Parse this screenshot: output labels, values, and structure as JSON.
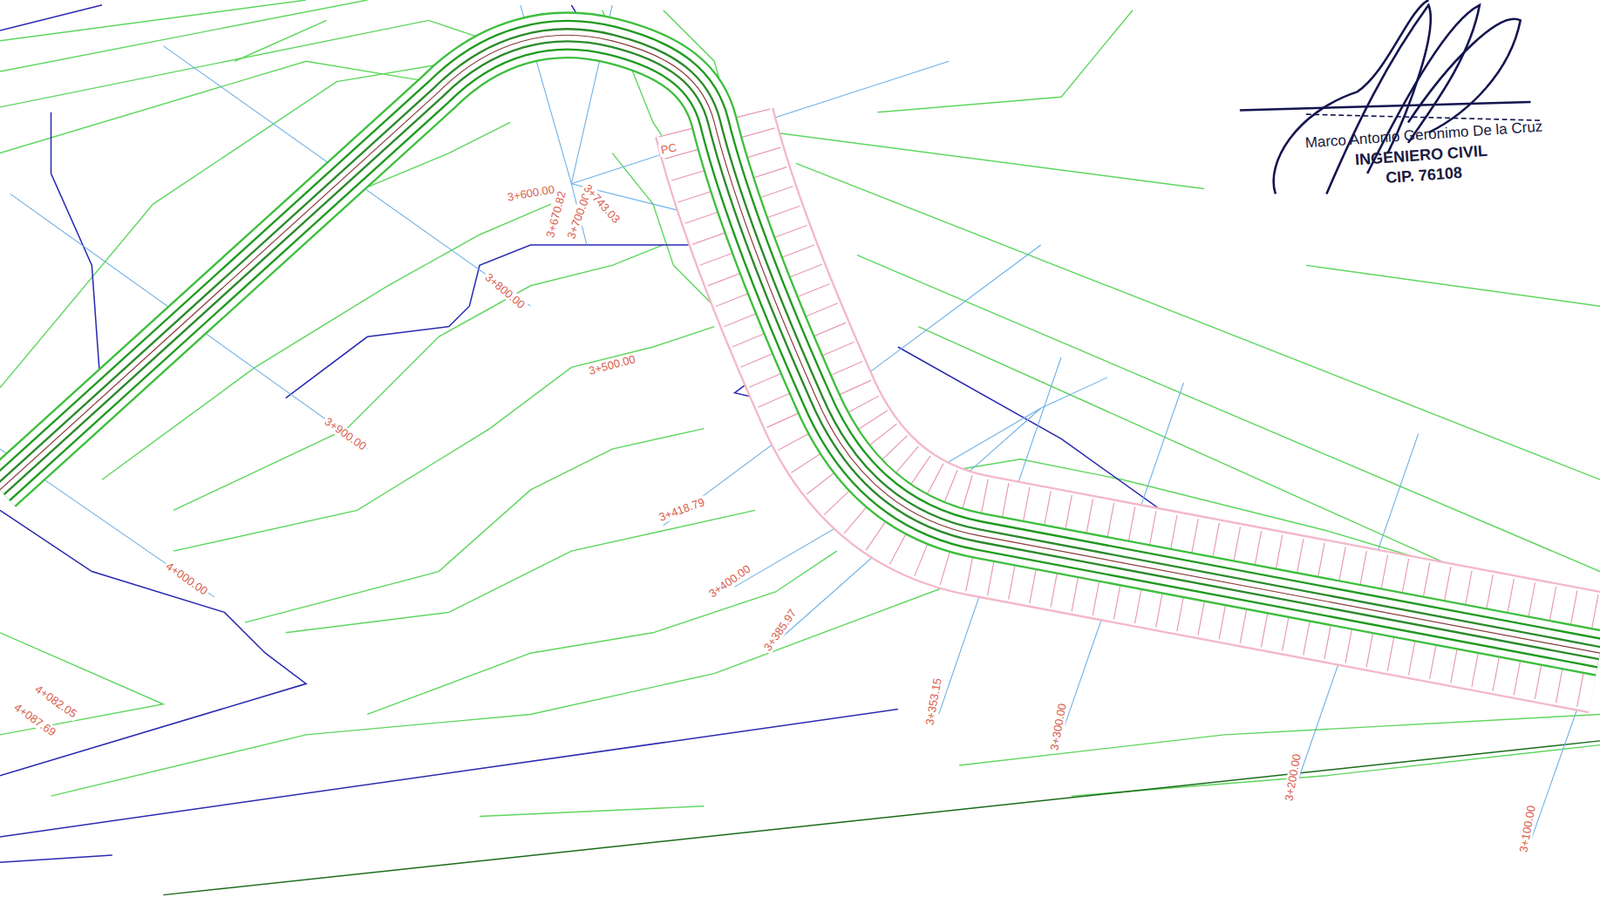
{
  "diagram": {
    "labels": [
      "3+600.00",
      "3+670.82",
      "3+700.00",
      "3+743.03",
      "3+800.00",
      "3+500.00",
      "3+900.00",
      "3+418.79",
      "3+400.00",
      "3+385.97",
      "4+000.00",
      "4+082.05",
      "4+087.69",
      "3+353.15",
      "3+300.00",
      "3+200.00",
      "3+100.00",
      "PC",
      "Marco Antonio Geronimo De la Cruz",
      "INGENIERO CIVIL",
      "CIP. 76108"
    ]
  }
}
